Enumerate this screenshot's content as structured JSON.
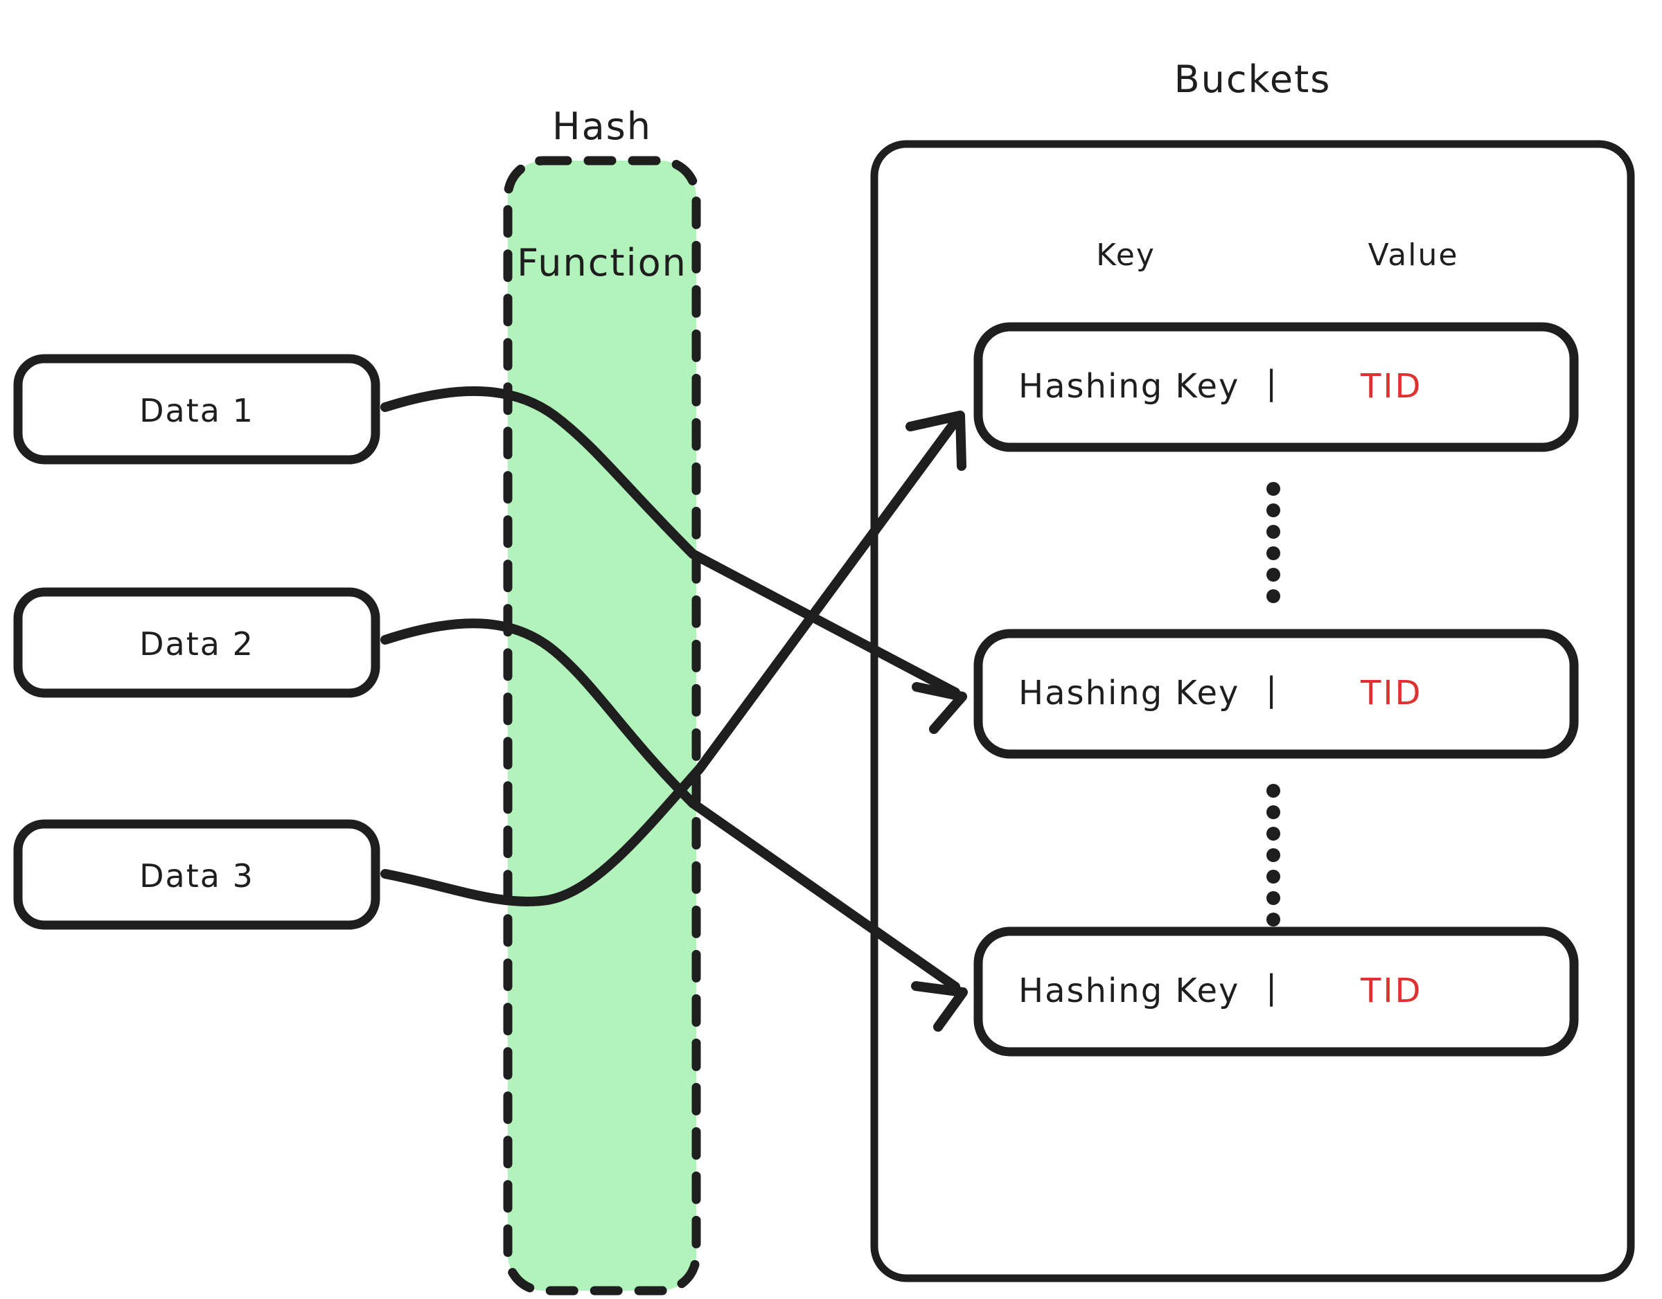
{
  "diagram": {
    "title_hash_function": "Hash\nFunction",
    "title_buckets": "Buckets",
    "colors": {
      "stroke": "#1e1e1e",
      "hash_fill": "#b2f2bb",
      "value_text": "#e03131",
      "background": "#ffffff"
    }
  },
  "inputs": {
    "items": [
      {
        "label": "Data 1"
      },
      {
        "label": "Data 2"
      },
      {
        "label": "Data 3"
      }
    ]
  },
  "hash_function": {
    "label_line1": "Hash",
    "label_line2": "Function"
  },
  "buckets": {
    "title": "Buckets",
    "columns": {
      "key": "Key",
      "value": "Value"
    },
    "rows": [
      {
        "key": "Hashing Key",
        "separator": "|",
        "value": "TID"
      },
      {
        "key": "Hashing Key",
        "separator": "|",
        "value": "TID"
      },
      {
        "key": "Hashing Key",
        "separator": "|",
        "value": "TID"
      }
    ],
    "ellipsis_separators": 2
  },
  "connections": [
    {
      "from": "Data 1",
      "to": "Bucket 2"
    },
    {
      "from": "Data 2",
      "to": "Bucket 3"
    },
    {
      "from": "Data 3",
      "to": "Bucket 1"
    }
  ]
}
